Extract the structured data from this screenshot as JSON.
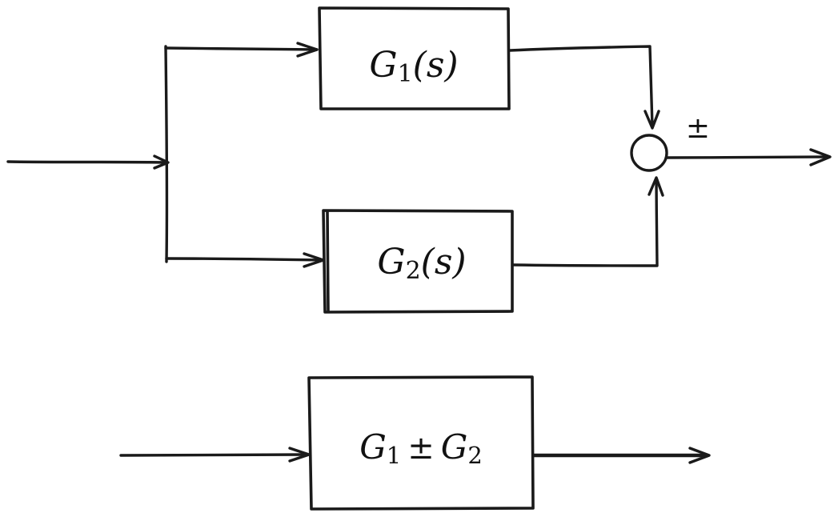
{
  "parallel_diagram": {
    "block1": {
      "symbol": "G",
      "subscript": "1",
      "argument": "(s)"
    },
    "block2": {
      "symbol": "G",
      "subscript": "2",
      "argument": "(s)"
    },
    "summing_sign": "±"
  },
  "equivalent_diagram": {
    "term1_symbol": "G",
    "term1_subscript": "1",
    "operator": "±",
    "term2_symbol": "G",
    "term2_subscript": "2"
  }
}
